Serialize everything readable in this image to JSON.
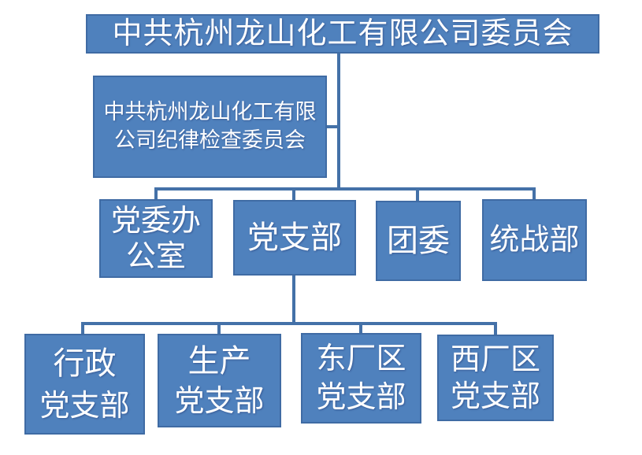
{
  "diagram": {
    "root": {
      "label": "中共杭州龙山化工有限公司委员会"
    },
    "discipline": {
      "line1": "中共杭州龙山化工有限",
      "line2": "公司纪律检查委员会"
    },
    "level3": [
      {
        "line1": "党委办",
        "line2": "公室"
      },
      {
        "label": "党支部"
      },
      {
        "label": "团委"
      },
      {
        "label": "统战部"
      }
    ],
    "level4": [
      {
        "line1": "行政",
        "line2": "党支部"
      },
      {
        "line1": "生产",
        "line2": "党支部"
      },
      {
        "line1": "东厂区",
        "line2": "党支部"
      },
      {
        "line1": "西厂区",
        "line2": "党支部"
      }
    ]
  },
  "colors": {
    "background": "#ffffff",
    "box_fill": "#4f81bd",
    "box_border": "#3f6ba4",
    "connector": "#4471a8",
    "text": "#ffffff"
  }
}
